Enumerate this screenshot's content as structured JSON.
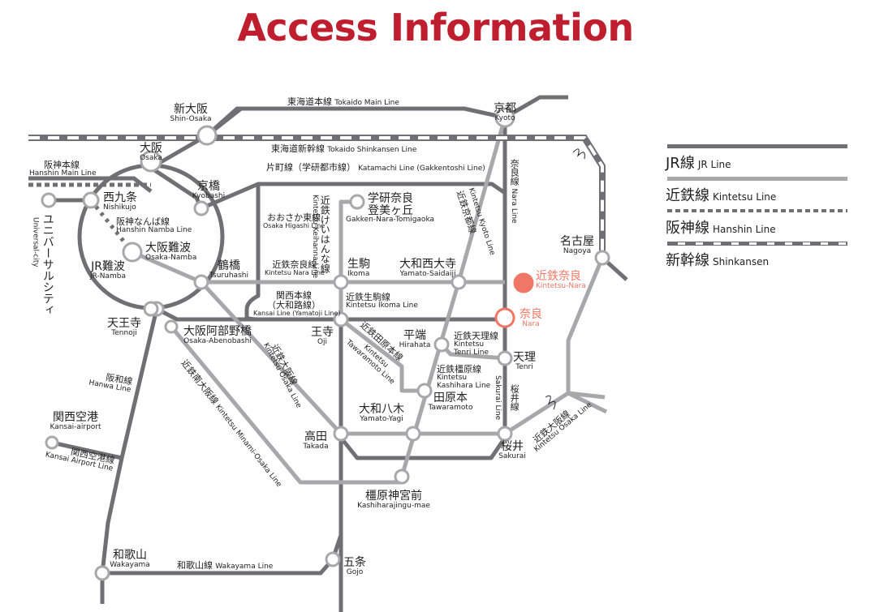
{
  "page": {
    "title": "Access Information"
  },
  "colors": {
    "title": "#bf1e2e",
    "jr": "#707074",
    "kintetsu": "#a8a8aa",
    "highlight": "#f07766",
    "text": "#222222"
  },
  "legend": [
    {
      "type": "jr",
      "jp": "JR線",
      "en": "JR Line"
    },
    {
      "type": "kintetsu",
      "jp": "近鉄線",
      "en": "Kintetsu Line"
    },
    {
      "type": "hanshin",
      "jp": "阪神線",
      "en": "Hanshin Line"
    },
    {
      "type": "shinkansen",
      "jp": "新幹線",
      "en": "Shinkansen"
    }
  ],
  "stations": {
    "shin_osaka": {
      "jp": "新大阪",
      "en": "Shin-Osaka"
    },
    "osaka": {
      "jp": "大阪",
      "en": "Osaka"
    },
    "kyoto": {
      "jp": "京都",
      "en": "Kyoto"
    },
    "nishikujo": {
      "jp": "西九条",
      "en": "Nishikujo"
    },
    "universal_city": {
      "jp": "ユニバーサルシティ",
      "en": "Universal-city"
    },
    "kyobashi": {
      "jp": "京橋",
      "en": "Kyobashi"
    },
    "osaka_namba": {
      "jp": "大阪難波",
      "en": "Osaka-Namba"
    },
    "jr_namba": {
      "jp": "JR難波",
      "en": "JR-Namba"
    },
    "tsuruhashi": {
      "jp": "鶴橋",
      "en": "Tsuruhashi"
    },
    "tennoji": {
      "jp": "天王寺",
      "en": "Tennoji"
    },
    "osaka_abenobashi": {
      "jp": "大阪阿部野橋",
      "en": "Osaka-Abenobashi"
    },
    "gakken_nara": {
      "jp": "学研奈良\n登美ヶ丘",
      "jp1": "学研奈良",
      "jp2": "登美ヶ丘",
      "en": "Gakken-Nara-Tomigaoka"
    },
    "ikoma": {
      "jp": "生駒",
      "en": "Ikoma"
    },
    "yamato_saidaiji": {
      "jp": "大和西大寺",
      "en": "Yamato-Saidaiji"
    },
    "kintetsu_nara": {
      "jp": "近鉄奈良",
      "en": "Kintetsu-Nara",
      "highlight": true
    },
    "nara": {
      "jp": "奈良",
      "en": "Nara",
      "highlight": true
    },
    "oji": {
      "jp": "王寺",
      "en": "Oji"
    },
    "hirahata": {
      "jp": "平端",
      "en": "Hirahata"
    },
    "tenri": {
      "jp": "天理",
      "en": "Tenri"
    },
    "tawaramoto": {
      "jp": "田原本",
      "en": "Tawaramoto"
    },
    "yamato_yagi": {
      "jp": "大和八木",
      "en": "Yamato-Yagi"
    },
    "takada": {
      "jp": "高田",
      "en": "Takada"
    },
    "sakurai": {
      "jp": "桜井",
      "en": "Sakurai"
    },
    "kashiharajingu_mae": {
      "jp": "橿原神宮前",
      "en": "Kashiharajingu-mae"
    },
    "nagoya": {
      "jp": "名古屋",
      "en": "Nagoya"
    },
    "kansai_airport": {
      "jp": "関西空港",
      "en": "Kansai-airport"
    },
    "wakayama": {
      "jp": "和歌山",
      "en": "Wakayama"
    },
    "gojo": {
      "jp": "五条",
      "en": "Gojo"
    }
  },
  "lines": {
    "tokaido_main": {
      "jp": "東海道本線",
      "en": "Tokaido Main Line"
    },
    "tokaido_shinkansen": {
      "jp": "東海道新幹線",
      "en": "Tokaido Shinkansen Line"
    },
    "katamachi": {
      "jp": "片町線（学研都市線）",
      "en": "Katamachi Line (Gakkentoshi Line)"
    },
    "hanshin_main": {
      "jp": "阪神本線",
      "en": "Hanshin Main Line"
    },
    "hanshin_namba": {
      "jp": "阪神なんば線",
      "en": "Hanshin Namba Line"
    },
    "osaka_higashi": {
      "jp": "おおさか東線",
      "en": "Osaka Higashi Line"
    },
    "keihanna": {
      "jp": "近鉄けいはんな線",
      "en": "Kintetsu Keihanna Line"
    },
    "kyoto_line": {
      "jp": "近鉄京都線",
      "en": "Kintetsu Kyoto Line"
    },
    "nara_line_jr": {
      "jp": "奈良線",
      "en": "Nara Line"
    },
    "kintetsu_nara": {
      "jp": "近鉄奈良線",
      "en": "Kintetsu Nara Line"
    },
    "kansai": {
      "jp1": "関西本線",
      "jp2": "（大和路線）",
      "en": "Kansai Line (Yamatoji Line)"
    },
    "ikoma": {
      "jp": "近鉄生駒線",
      "en": "Kintetsu Ikoma Line"
    },
    "tawaramoto": {
      "jp": "近鉄田原本線",
      "en1": "Kintetsu",
      "en2": "Tawaramoto Line"
    },
    "tenri": {
      "jp": "近鉄天理線",
      "en1": "Kintetsu",
      "en2": "Tenri Line"
    },
    "kashihara": {
      "jp": "近鉄橿原線",
      "en1": "Kintetsu",
      "en2": "Kashihara Line"
    },
    "sakurai": {
      "jp": "桜井線",
      "en": "Sakurai Line"
    },
    "kintetsu_osaka": {
      "jp": "近鉄大阪線",
      "en": "Kintetsu Osaka Line"
    },
    "minami_osaka": {
      "jp": "近鉄南大阪線",
      "en": "Kintetsu Minami-Osaka Line"
    },
    "hanwa": {
      "jp": "阪和線",
      "en": "Hanwa Line"
    },
    "kansai_airport": {
      "jp": "関西空港線",
      "en": "Kansai Airport Line"
    },
    "wakayama": {
      "jp": "和歌山線",
      "en": "Wakayama Line"
    }
  }
}
